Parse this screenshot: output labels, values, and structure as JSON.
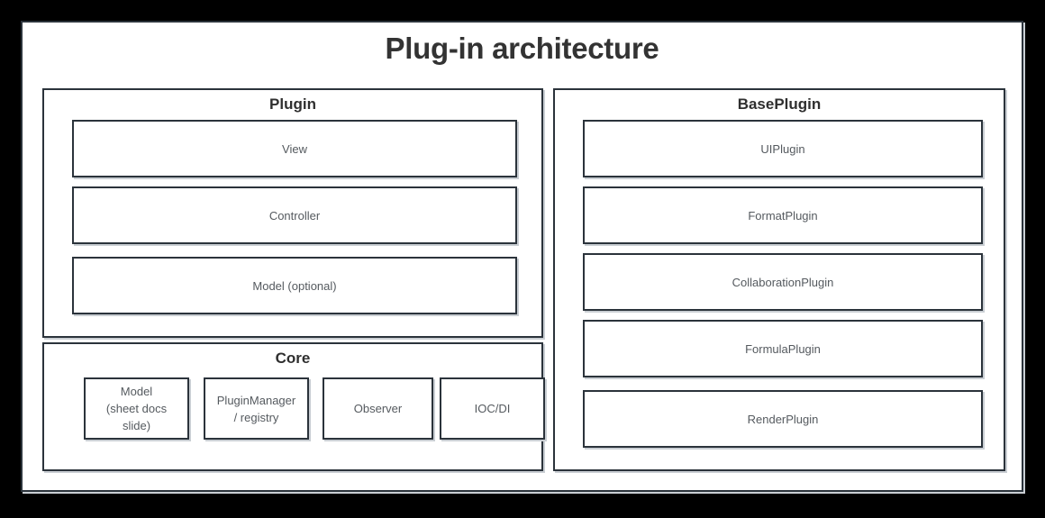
{
  "diagram": {
    "title": "Plug-in architecture",
    "colors": {
      "page_background": "#000000",
      "canvas_background": "#ffffff",
      "border": "#2b333b",
      "shadow": "#c9ced3",
      "title_text": "#333333",
      "panel_title_text": "#2f2f2f",
      "box_label_text": "#555a5f"
    },
    "panels": [
      {
        "id": "plugin",
        "title": "Plugin",
        "boxes": [
          {
            "id": "view",
            "label": "View"
          },
          {
            "id": "controller",
            "label": "Controller"
          },
          {
            "id": "model-optional",
            "label": "Model (optional)"
          }
        ]
      },
      {
        "id": "core",
        "title": "Core",
        "boxes": [
          {
            "id": "core-model",
            "label": "Model\n(sheet docs\nslide)"
          },
          {
            "id": "plugin-manager",
            "label": "PluginManager\n/ registry"
          },
          {
            "id": "observer",
            "label": "Observer"
          },
          {
            "id": "ioc-di",
            "label": "IOC/DI"
          }
        ]
      },
      {
        "id": "baseplugin",
        "title": "BasePlugin",
        "boxes": [
          {
            "id": "uiplugin",
            "label": "UIPlugin"
          },
          {
            "id": "formatplugin",
            "label": "FormatPlugin"
          },
          {
            "id": "collaborationplugin",
            "label": "CollaborationPlugin"
          },
          {
            "id": "formulaplugin",
            "label": "FormulaPlugin"
          },
          {
            "id": "renderplugin",
            "label": "RenderPlugin"
          }
        ]
      }
    ]
  }
}
